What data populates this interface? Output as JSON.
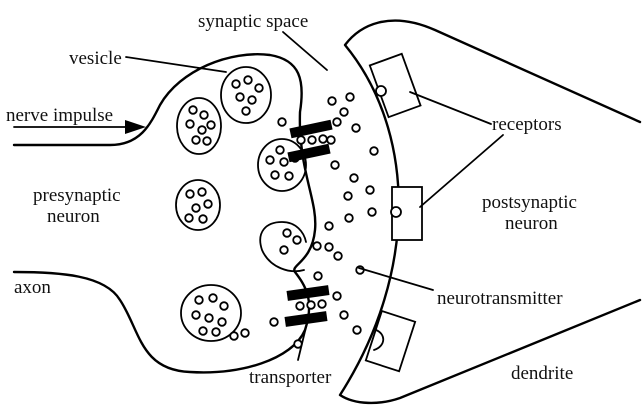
{
  "labels": {
    "synaptic_space": "synaptic space",
    "vesicle": "vesicle",
    "nerve_impulse": "nerve impulse",
    "receptors": "receptors",
    "presynaptic_1": "presynaptic",
    "presynaptic_2": "neuron",
    "postsynaptic_1": "postsynaptic",
    "postsynaptic_2": "neuron",
    "axon": "axon",
    "neurotransmitter": "neurotransmitter",
    "transporter": "transporter",
    "dendrite": "dendrite"
  }
}
